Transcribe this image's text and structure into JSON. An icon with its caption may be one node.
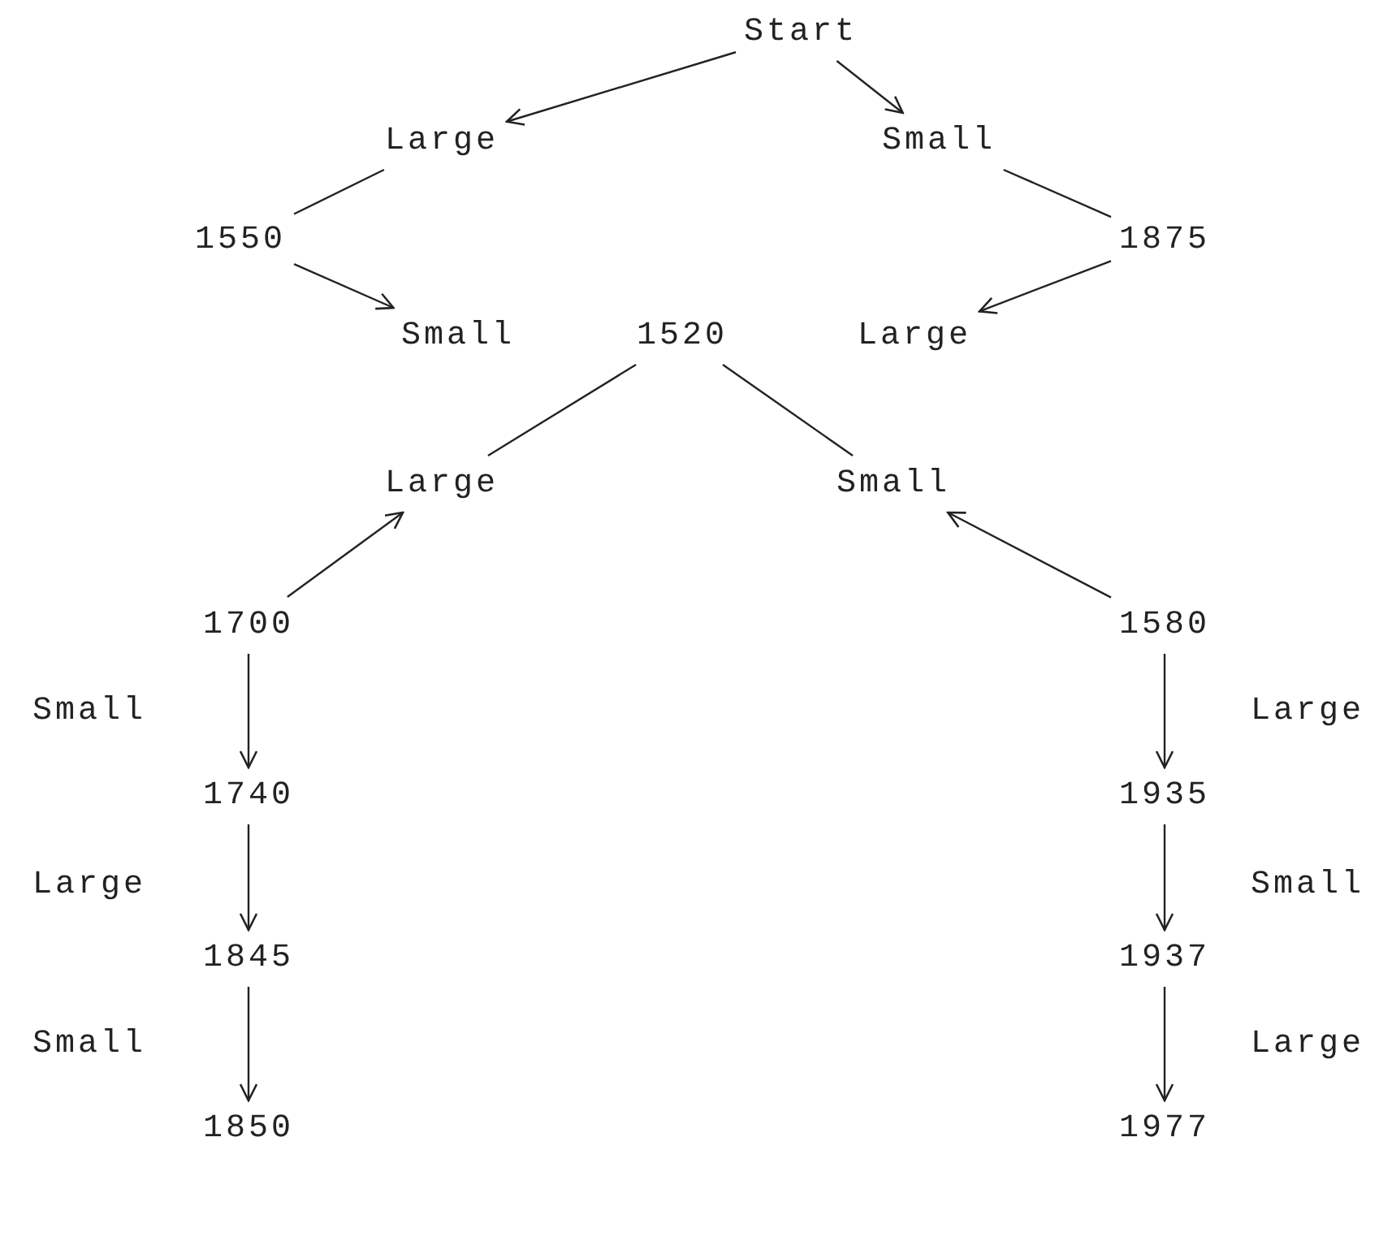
{
  "diagram": {
    "nodes": [
      {
        "text": [
          "Start"
        ]
      },
      {
        "text": [
          "Large"
        ]
      },
      {
        "text": [
          "Small"
        ]
      },
      {
        "text": [
          "1550"
        ]
      },
      {
        "text": [
          "1875"
        ]
      },
      {
        "text": [
          "Small"
        ]
      },
      {
        "text": [
          "1520"
        ]
      },
      {
        "text": [
          "Large"
        ]
      },
      {
        "text": [
          "Large"
        ]
      },
      {
        "text": [
          "Small"
        ]
      },
      {
        "text": [
          "1700"
        ]
      },
      {
        "text": [
          "1580"
        ]
      },
      {
        "text": [
          "1740"
        ]
      },
      {
        "text": [
          "1935"
        ]
      },
      {
        "text": [
          "1845"
        ]
      },
      {
        "text": [
          "1937"
        ]
      },
      {
        "text": [
          "1850"
        ]
      },
      {
        "text": [
          "1977"
        ]
      }
    ],
    "edges": [
      {
        "from": 0,
        "to": 1,
        "arrow": "to"
      },
      {
        "from": 0,
        "to": 2,
        "arrow": "to"
      },
      {
        "from": 1,
        "to": 3,
        "arrow": "none"
      },
      {
        "from": 2,
        "to": 4,
        "arrow": "none"
      },
      {
        "from": 3,
        "to": 5,
        "arrow": "to"
      },
      {
        "from": 4,
        "to": 7,
        "arrow": "to"
      },
      {
        "from": 6,
        "to": 8,
        "arrow": "none"
      },
      {
        "from": 6,
        "to": 9,
        "arrow": "none"
      },
      {
        "from": 10,
        "to": 8,
        "arrow": "to"
      },
      {
        "from": 11,
        "to": 9,
        "arrow": "to"
      },
      {
        "from": 10,
        "to": 12,
        "arrow": "to",
        "label": "Small"
      },
      {
        "from": 11,
        "to": 13,
        "arrow": "to",
        "label": "Large"
      },
      {
        "from": 12,
        "to": 14,
        "arrow": "to",
        "label": "Large"
      },
      {
        "from": 13,
        "to": 15,
        "arrow": "to",
        "label": "Small"
      },
      {
        "from": 14,
        "to": 16,
        "arrow": "to",
        "label": "Small"
      },
      {
        "from": 15,
        "to": 17,
        "arrow": "to",
        "label": "Large"
      }
    ]
  }
}
